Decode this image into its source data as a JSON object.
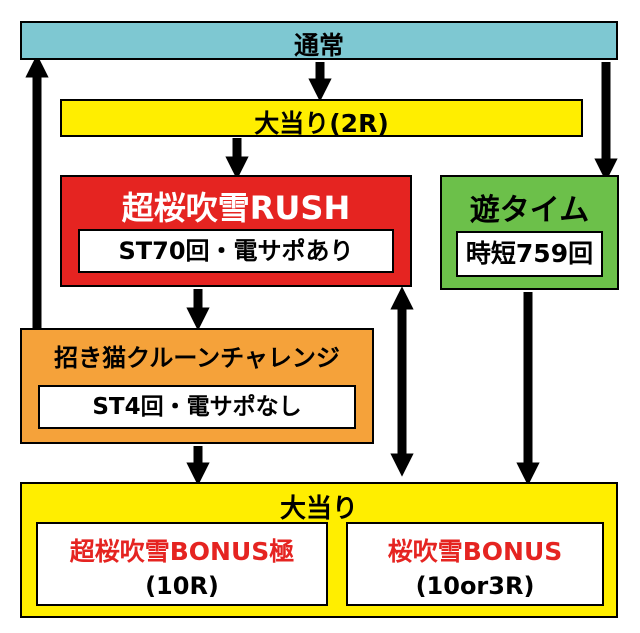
{
  "nodes": {
    "normal": {
      "label": "通常",
      "color": "#7ec8d2"
    },
    "jackpot_2r": {
      "label": "大当り(2R)",
      "color": "#ffee00"
    },
    "rush": {
      "label": "超桜吹雪RUSH",
      "sub": "ST70回・電サポあり",
      "color": "#e52421"
    },
    "asobi_time": {
      "label": "遊タイム",
      "sub": "時短759回",
      "color": "#6cc04a"
    },
    "maneki": {
      "label": "招き猫クルーンチャレンジ",
      "sub": "ST4回・電サポなし",
      "color": "#f5a23a"
    },
    "jackpot": {
      "label": "大当り",
      "color": "#ffee00",
      "bonus_left": {
        "name": "超桜吹雪BONUS極",
        "rounds": "(10R)"
      },
      "bonus_right": {
        "name": "桜吹雪BONUS",
        "rounds": "(10or3R)"
      }
    }
  },
  "colors": {
    "bonus_text": "#e52421",
    "arrow": "#000000"
  }
}
